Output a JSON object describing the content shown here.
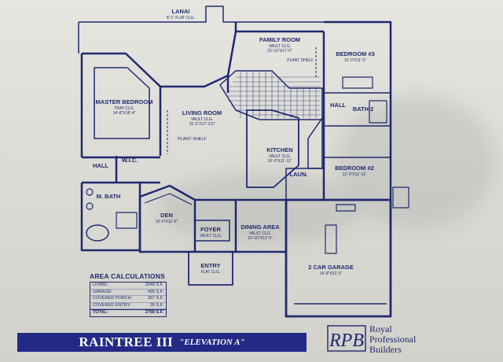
{
  "rooms": {
    "lanai": {
      "name": "LANAI",
      "size": "8'-1\" FLAT CLG."
    },
    "family_room": {
      "name": "FAMILY ROOM",
      "clg": "VAULT CLG.",
      "size": "15'-10\"X17'-0\""
    },
    "bedroom3": {
      "name": "BEDROOM #3",
      "size": "12'-0\"X11'-0\""
    },
    "plant_shelf_1": "PLANT SHELF",
    "hall_right": "HALL",
    "bath2": "BATH 2",
    "master_bedroom": {
      "name": "MASTER BEDROOM",
      "clg": "TRAY CLG.",
      "size": "14'-8\"X18'-4\""
    },
    "living_room": {
      "name": "LIVING ROOM",
      "clg": "VAULT CLG.",
      "size": "15'-2\"X17'-3.5\""
    },
    "plant_shelf_2": "PLANT SHELF",
    "kitchen": {
      "name": "KITCHEN",
      "clg": "VAULT CLG.",
      "size": "16'-5\"X11'-11\""
    },
    "bedroom2": {
      "name": "BEDROOM #2",
      "size": "12'-0\"X11'-11\""
    },
    "hall_left": "HALL",
    "wic": "W.I.C.",
    "m_bath": "M. BATH",
    "laun": "LAUN.",
    "den": {
      "name": "DEN",
      "size": "10'-0\"X11'-0\""
    },
    "foyer": {
      "name": "FOYER",
      "clg": "VAULT CLG."
    },
    "dining": {
      "name": "DINING AREA",
      "clg": "VAULT CLG.",
      "size": "10'-10\"X12'-0\""
    },
    "entry": {
      "name": "ENTRY",
      "clg": "FLAT CLG."
    },
    "garage": {
      "name": "2 CAR GARAGE",
      "size": "19'-9\"X21'-0\""
    }
  },
  "area_calculations": {
    "title": "AREA CALCULATIONS",
    "rows": [
      {
        "label": "LIVING:",
        "value": "2040 S.F."
      },
      {
        "label": "GARAGE:",
        "value": "435 S.F."
      },
      {
        "label": "COVERED PORCH:",
        "value": "267 S.F."
      },
      {
        "label": "COVERED ENTRY:",
        "value": "26 S.F."
      },
      {
        "label": "TOTAL:",
        "value": "2768 S.F."
      }
    ]
  },
  "banner": {
    "name": "RAINTREE III",
    "elevation": "\"ELEVATION A\""
  },
  "brand": {
    "logo_text": "RPB",
    "line1": "Royal",
    "line2": "Professional",
    "line3": "Builders"
  },
  "colors": {
    "ink": "#1e2a6e",
    "banner": "#232a86",
    "paper": "#e6e5e0"
  }
}
